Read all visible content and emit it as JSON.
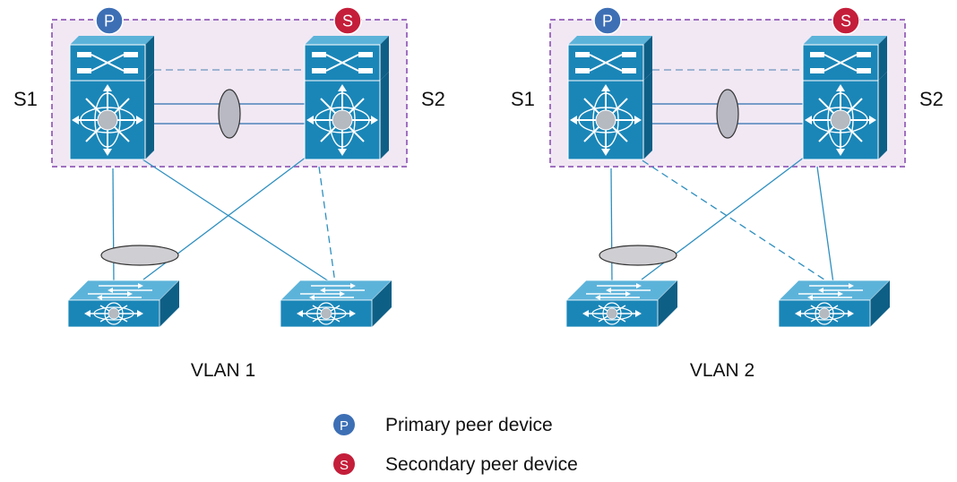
{
  "colors": {
    "switch_front": "#1a86b8",
    "switch_dark": "#0e5f86",
    "switch_light": "#5cb3da",
    "link": "#2f8fbf",
    "peer_zone_fill": "#f1e8f4",
    "peer_zone_border": "#a070c0",
    "primary_badge": "#3d6fb5",
    "secondary_badge": "#c41e3a",
    "portchannel_fill": "#b9b9c4"
  },
  "icons": {
    "core_switch": "multilayer-switch-icon",
    "access_switch": "layer2-switch-icon",
    "port_channel": "port-channel-ellipse"
  },
  "groups": [
    {
      "peer_left_label": "S1",
      "peer_right_label": "S2",
      "primary_badge_letter": "P",
      "secondary_badge_letter": "S",
      "vlan_label": "VLAN 1"
    },
    {
      "peer_left_label": "S1",
      "peer_right_label": "S2",
      "primary_badge_letter": "P",
      "secondary_badge_letter": "S",
      "vlan_label": "VLAN 2"
    }
  ],
  "legend": [
    {
      "badge": "P",
      "text": "Primary peer device",
      "color": "#3d6fb5"
    },
    {
      "badge": "S",
      "text": "Secondary peer device",
      "color": "#c41e3a"
    }
  ]
}
